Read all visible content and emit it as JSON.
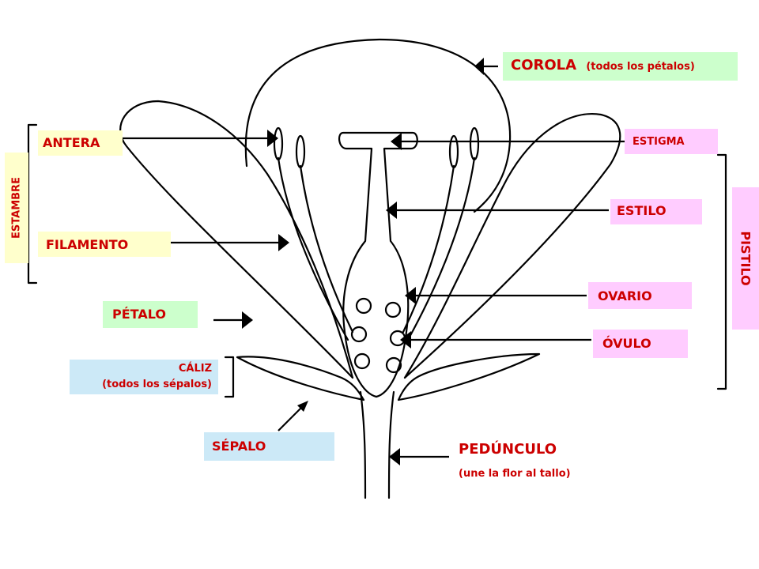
{
  "labels": {
    "corola": "COROLA",
    "corola_note": "(todos los pétalos)",
    "antera": "ANTERA",
    "filamento": "FILAMENTO",
    "estambre": "ESTAMBRE",
    "petalo": "PÉTALO",
    "caliz": "CÁLIZ",
    "caliz_note": "(todos los sépalos)",
    "sepalo": "SÉPALO",
    "estigma": "ESTIGMA",
    "estilo": "ESTILO",
    "ovario": "OVARIO",
    "ovulo": "ÓVULO",
    "pistilo": "PISTILO",
    "pedunculo": "PEDÚNCULO",
    "pedunculo_note": "(une la flor al tallo)"
  },
  "colors": {
    "label_text": "#cc0000",
    "stamen_box": "#ffffcc",
    "pistil_box": "#ffccff",
    "corolla_box": "#ccffcc",
    "calyx_box": "#cce9f7",
    "outline": "#000000"
  }
}
